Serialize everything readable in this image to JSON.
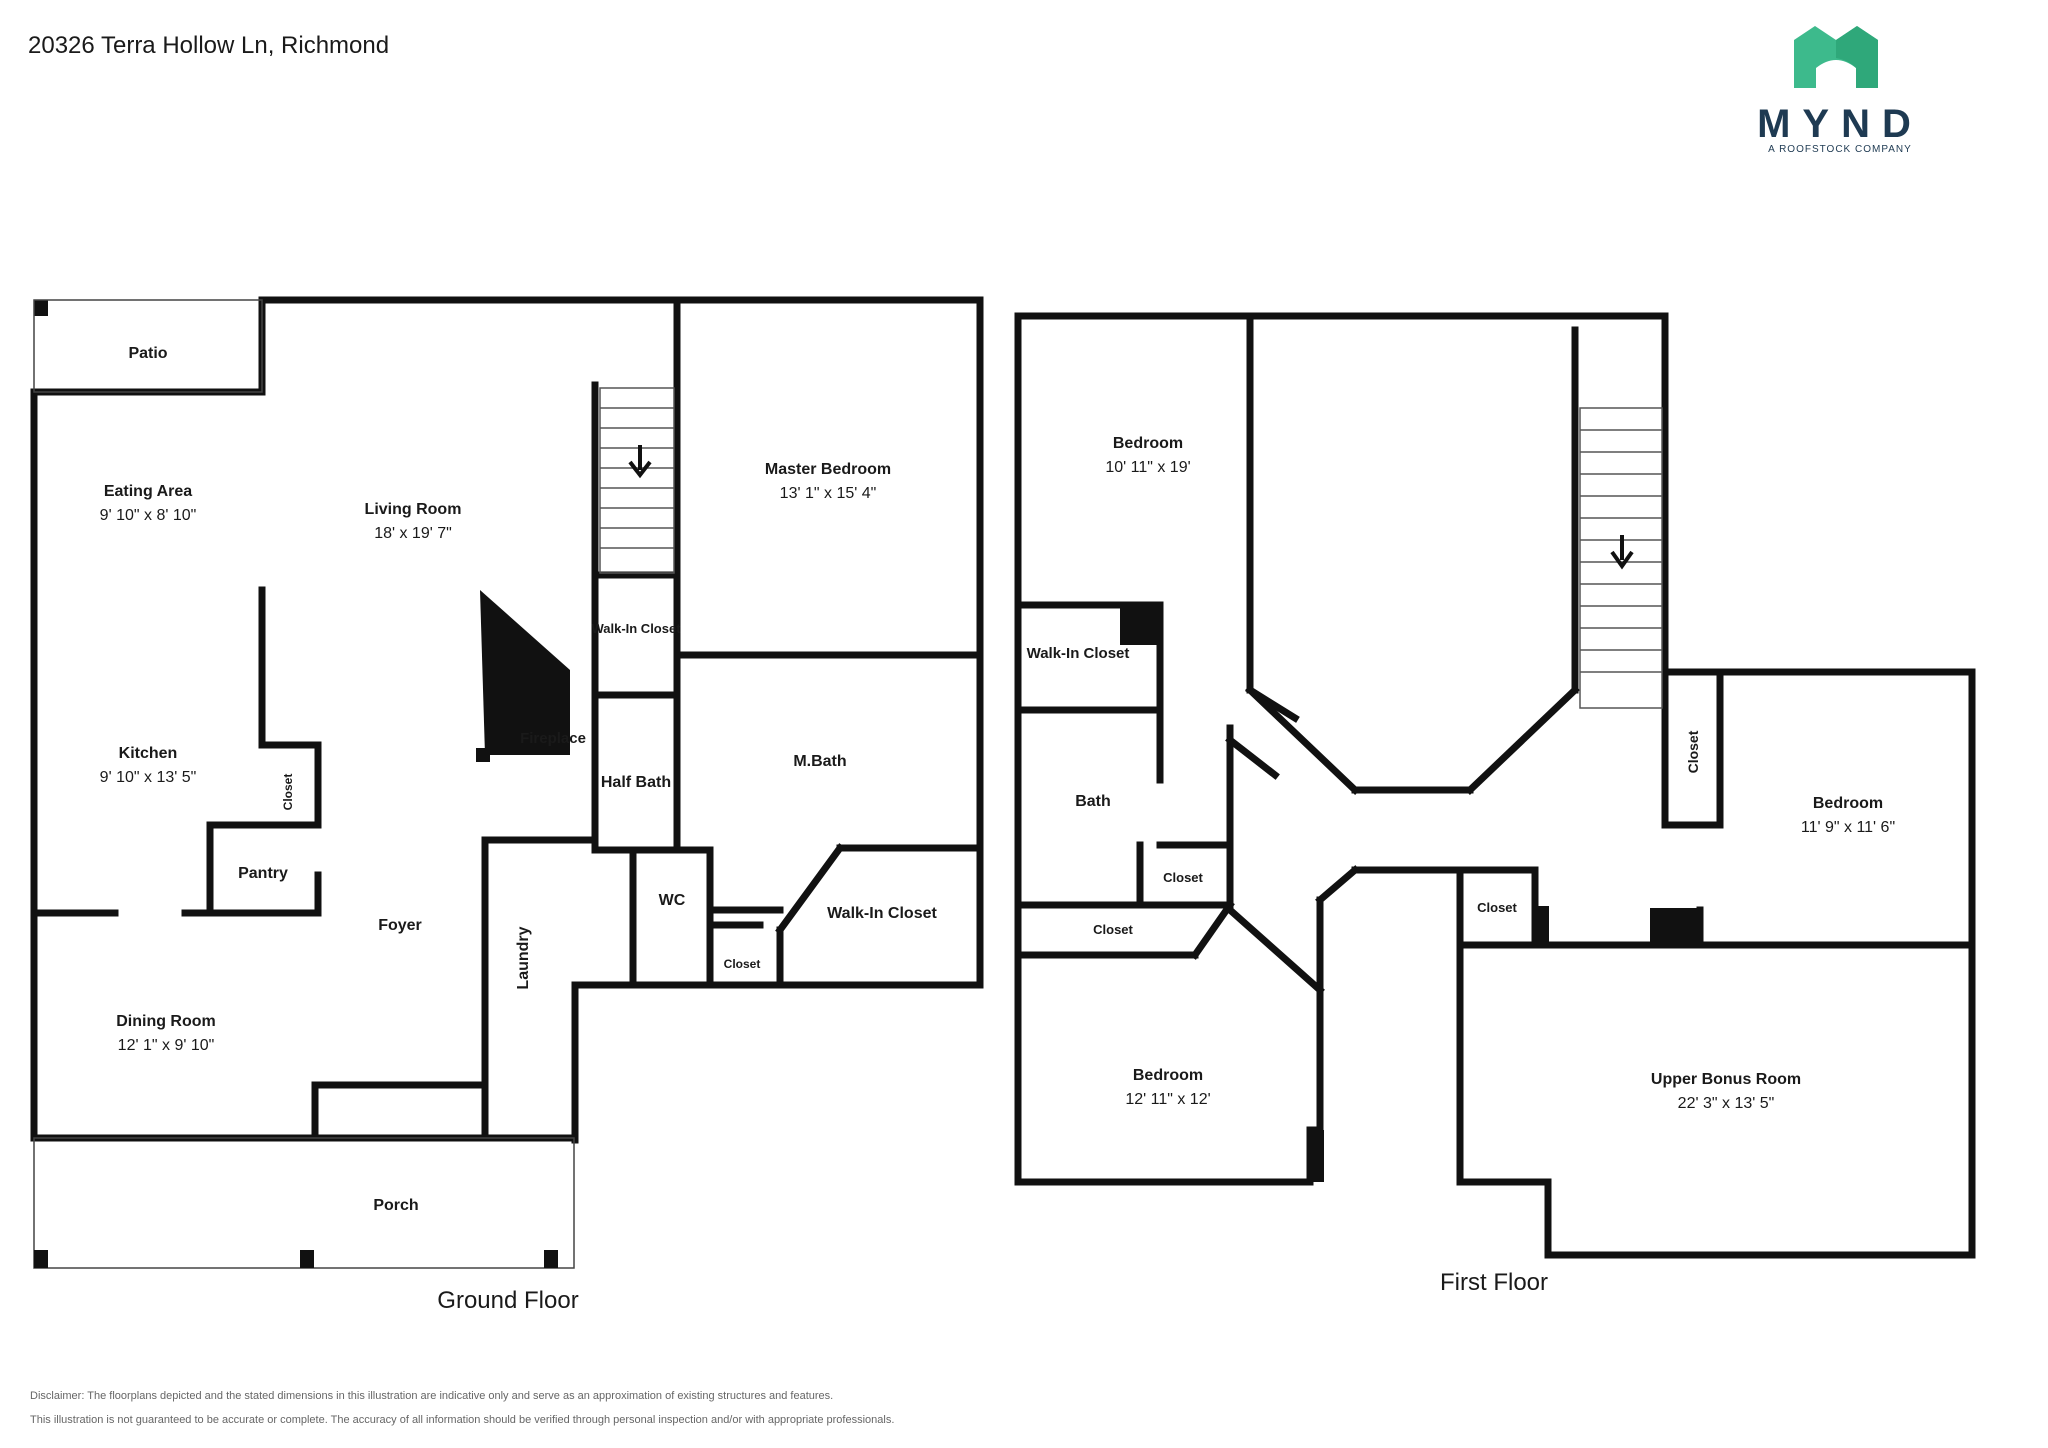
{
  "address": "20326 Terra Hollow Ln, Richmond",
  "logo": {
    "name": "MYND",
    "tagline": "A ROOFSTOCK COMPANY",
    "color": "#3dba8c",
    "text_color": "#1e3a52"
  },
  "ground_floor": {
    "label": "Ground Floor",
    "rooms": {
      "patio": {
        "name": "Patio",
        "dims": ""
      },
      "eating_area": {
        "name": "Eating Area",
        "dims": "9' 10\" x 8' 10\""
      },
      "living_room": {
        "name": "Living Room",
        "dims": "18' x 19' 7\""
      },
      "master_bedroom": {
        "name": "Master Bedroom",
        "dims": "13' 1\" x 15' 4\""
      },
      "kitchen": {
        "name": "Kitchen",
        "dims": "9' 10\" x 13' 5\""
      },
      "closet_kitchen": {
        "name": "Closet"
      },
      "pantry": {
        "name": "Pantry"
      },
      "walkin_closet_hall": {
        "name": "Walk-In Closet"
      },
      "fireplace": {
        "name": "Fireplace"
      },
      "half_bath": {
        "name": "Half Bath"
      },
      "mbath": {
        "name": "M.Bath"
      },
      "foyer": {
        "name": "Foyer"
      },
      "laundry": {
        "name": "Laundry"
      },
      "wc": {
        "name": "WC"
      },
      "closet_wc": {
        "name": "Closet"
      },
      "walkin_closet_master": {
        "name": "Walk-In Closet"
      },
      "dining_room": {
        "name": "Dining Room",
        "dims": "12' 1\" x 9' 10\""
      },
      "porch": {
        "name": "Porch"
      }
    }
  },
  "first_floor": {
    "label": "First Floor",
    "rooms": {
      "bedroom1": {
        "name": "Bedroom",
        "dims": "10' 11\" x 19'"
      },
      "walkin_closet": {
        "name": "Walk-In Closet"
      },
      "bath": {
        "name": "Bath"
      },
      "closet_bath": {
        "name": "Closet"
      },
      "closet_hall": {
        "name": "Closet"
      },
      "bedroom2": {
        "name": "Bedroom",
        "dims": "12' 11\" x 12'"
      },
      "closet_right": {
        "name": "Closet"
      },
      "bedroom3": {
        "name": "Bedroom",
        "dims": "11' 9\" x 11' 6\""
      },
      "closet_center": {
        "name": "Closet"
      },
      "bonus_room": {
        "name": "Upper Bonus Room",
        "dims": "22' 3\" x 13' 5\""
      }
    }
  },
  "disclaimer": {
    "line1": "Disclaimer: The floorplans depicted and the stated dimensions in this illustration are indicative only and serve as an approximation of existing structures and features.",
    "line2": "This illustration is not guaranteed to be accurate or complete. The accuracy of all information should be verified through personal inspection and/or with appropriate professionals."
  }
}
